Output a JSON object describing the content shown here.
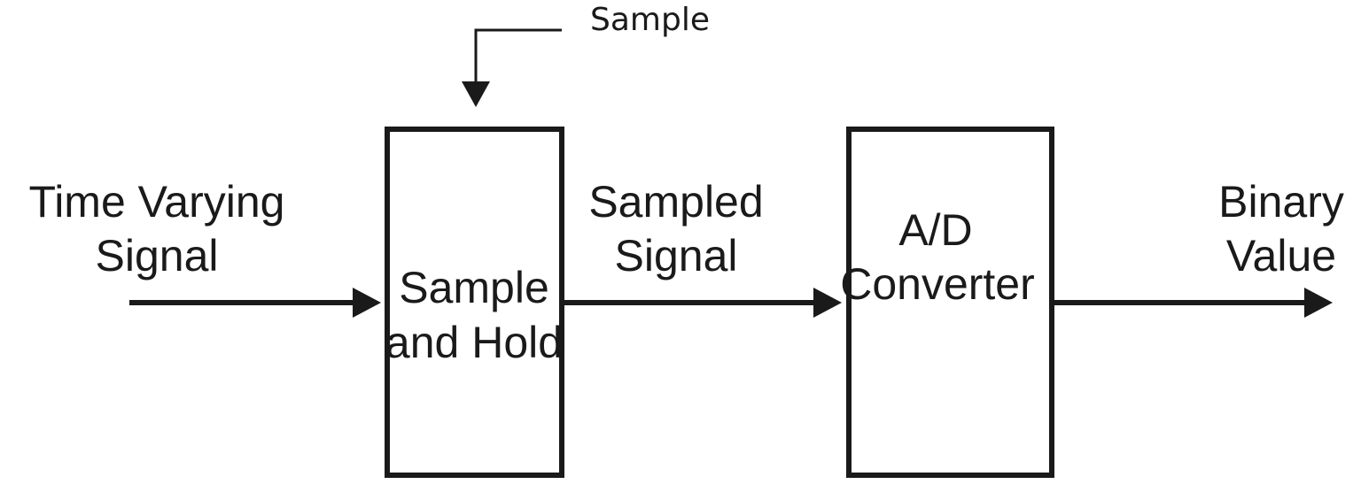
{
  "labels": {
    "sample_control": "Sample",
    "input_line1": "Time Varying",
    "input_line2": "Signal",
    "sampled_line1": "Sampled",
    "sampled_line2": "Signal",
    "output_line1": "Binary",
    "output_line2": "Value"
  },
  "blocks": {
    "sample_hold": {
      "line1": "Sample",
      "line2": "and Hold"
    },
    "adc": {
      "line1": "A/D",
      "line2": "Converter"
    }
  }
}
